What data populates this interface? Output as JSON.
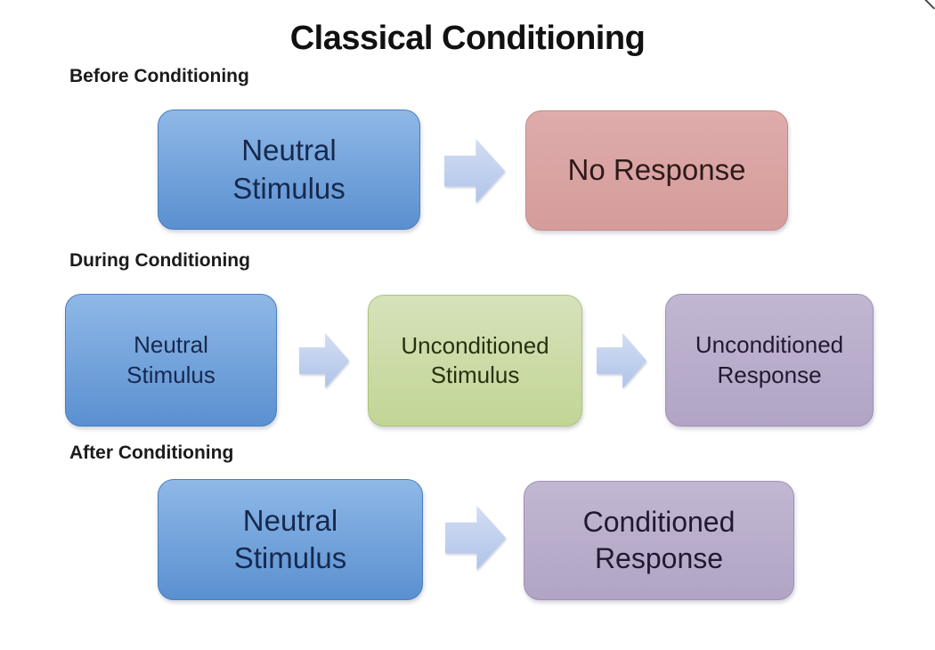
{
  "title": "Classical Conditioning",
  "sections": [
    {
      "label": "Before Conditioning",
      "boxes": [
        {
          "text": "Neutral\nStimulus",
          "color_name": "blue"
        },
        {
          "text": "No Response",
          "color_name": "red"
        }
      ]
    },
    {
      "label": "During Conditioning",
      "boxes": [
        {
          "text": "Neutral\nStimulus",
          "color_name": "blue"
        },
        {
          "text": "Unconditioned\nStimulus",
          "color_name": "green"
        },
        {
          "text": "Unconditioned\nResponse",
          "color_name": "purple"
        }
      ]
    },
    {
      "label": "After Conditioning",
      "boxes": [
        {
          "text": "Neutral\nStimulus",
          "color_name": "blue"
        },
        {
          "text": "Conditioned\nResponse",
          "color_name": "purple"
        }
      ]
    }
  ],
  "colors": {
    "background": "#FFFFFF",
    "title_text": "#111111",
    "label_text": "#1B1B1B",
    "blue_top": "#8FB8E7",
    "blue_bottom": "#5A90D0",
    "blue_border": "#4A7FBE",
    "blue_text": "#16294E",
    "red_top": "#DEACAB",
    "red_bottom": "#D59C9B",
    "red_border": "#C38C8C",
    "red_text": "#2E1A1A",
    "green_top": "#D6E2BB",
    "green_bottom": "#C2D595",
    "green_border": "#AEC47C",
    "green_text": "#27310E",
    "purple_top": "#C2B7D2",
    "purple_bottom": "#B1A4C5",
    "purple_border": "#9E90B7",
    "purple_text": "#231834",
    "arrow_top": "#D3DDF3",
    "arrow_bottom": "#AFC4E9"
  }
}
